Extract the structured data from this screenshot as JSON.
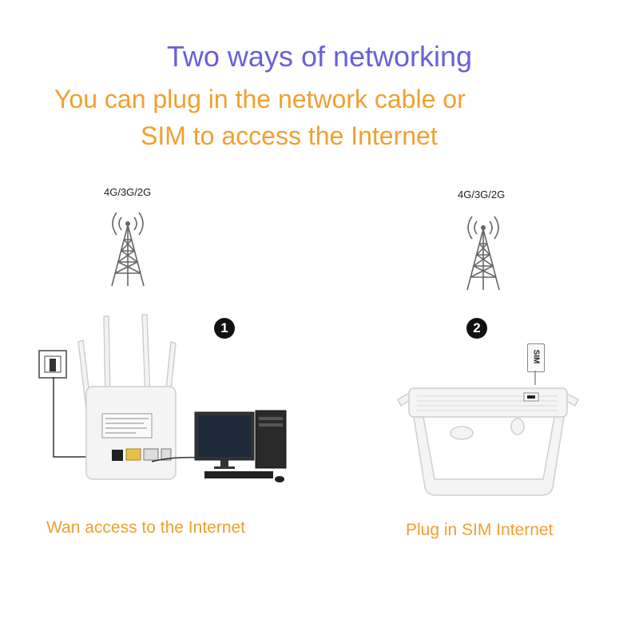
{
  "header": {
    "title": "Two ways of networking",
    "subtitle_line1": "You can plug in the network cable or",
    "subtitle_line2": "SIM to access the Internet"
  },
  "left_panel": {
    "network_label": "4G/3G/2G",
    "step_number": "1",
    "caption": "Wan access to the Internet",
    "icons": [
      "cell-tower-icon",
      "power-socket-icon",
      "router-image",
      "desktop-computer-image"
    ]
  },
  "right_panel": {
    "network_label": "4G/3G/2G",
    "step_number": "2",
    "sim_label": "SIM",
    "caption": "Plug in SIM Internet",
    "icons": [
      "cell-tower-icon",
      "sim-card-icon",
      "router-image"
    ]
  },
  "colors": {
    "title": "#6b5fd9",
    "subtitle": "#f0a030",
    "caption": "#f0a030"
  }
}
